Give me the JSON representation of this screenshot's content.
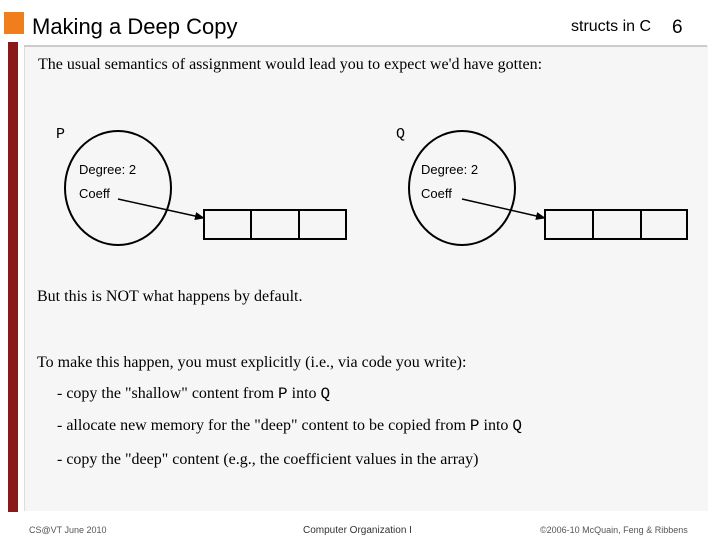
{
  "header": {
    "title": "Making a Deep Copy",
    "section": "structs in C",
    "slide_number": "6"
  },
  "body": {
    "intro": "The usual semantics of assignment would lead you to expect we'd have gotten:",
    "not_default": "But this is NOT what happens by default.",
    "explicit": "To make this happen, you must explicitly (i.e., via code you write):",
    "bullets": [
      {
        "dash": "-",
        "before": " copy the \"shallow\" content from ",
        "code1": "P",
        "middle": " into ",
        "code2": "Q"
      },
      {
        "dash": "-",
        "before": " allocate new memory for the \"deep\" content to be copied from ",
        "code1": "P",
        "middle": " into ",
        "code2": "Q"
      },
      {
        "dash": "-",
        "text": " copy the \"deep\" content (e.g., the coefficient values in the array)"
      }
    ]
  },
  "diagram": {
    "structs": [
      {
        "name": "P",
        "degree_label": "Degree: 2",
        "coeff_label": "Coeff"
      },
      {
        "name": "Q",
        "degree_label": "Degree: 2",
        "coeff_label": "Coeff"
      }
    ]
  },
  "footer": {
    "left": "CS@VT June 2010",
    "center": "Computer Organization I",
    "right": "©2006-10  McQuain, Feng & Ribbens"
  },
  "colors": {
    "accent": "#f07e1d",
    "side_bar": "#8a1a1a"
  }
}
